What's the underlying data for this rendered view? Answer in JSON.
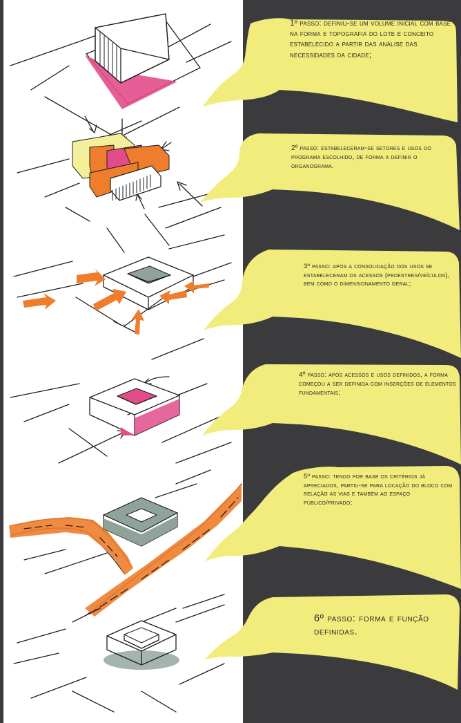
{
  "steps": [
    {
      "text": "1º Passo: Definiu-se um volume inicial com base na forma e topografia do lote e conceito estabelecido a partir das análise das necessidades da cidade;"
    },
    {
      "text": "2º Passo: Estabeleceram-se setores e usos do programa escolhido, de forma a definir o organograma."
    },
    {
      "text": "3º Passo: Após a consolidação dos usos se estabeleceram os acessos (pedestres/veículos), bem como o dimensionamento geral;"
    },
    {
      "text": "4º Passo: Após acessos e usos definidos, a forma começou a ser definida com inserções de elementos fundamentais;"
    },
    {
      "text": "5º Passo: Tendo por base os critérios já apreciados, partiu-se para locação do bloco com relação as vias e também ao espaço público/privado;"
    },
    {
      "text": "6º Passo: Forma e Função definidas."
    }
  ],
  "colors": {
    "background": "#3b3b3d",
    "panel": "#ffffff",
    "balloon": "#f1ec7c",
    "ink": "#1e1e1e",
    "magenta": "#e24c8a",
    "orange": "#ee7d2c",
    "yellow": "#f4ef9a",
    "grey_green": "#8fa39a"
  }
}
